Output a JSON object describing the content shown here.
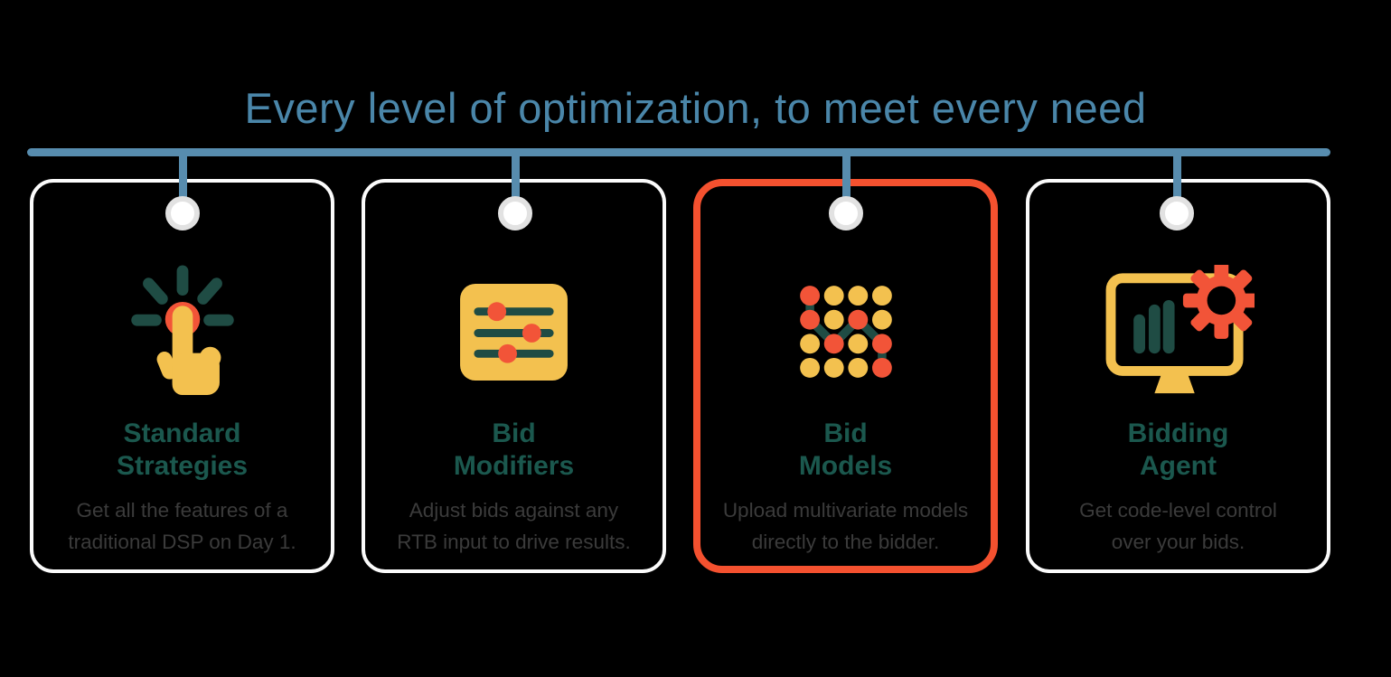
{
  "title": "Every level of optimization, to meet every need",
  "colors": {
    "background": "#000000",
    "titleBlue": "#4A86A9",
    "lineBlue": "#578CAE",
    "cardBorder": "#FBFBFB",
    "highlightOrange": "#F4512F",
    "circleRing": "#E2E2E2",
    "circleFill": "#FFFFFF",
    "red": "#F25438",
    "yellow": "#F3C14F",
    "darkTeal": "#1F4C44",
    "headingGreen": "#1B584E",
    "descGray": "#3B3B3B"
  },
  "cards": [
    {
      "title_line1": "Standard",
      "title_line2": "Strategies",
      "description_line1": "Get all the features of a",
      "description_line2": "traditional DSP on Day 1.",
      "icon": "tap-button-icon",
      "highlighted": false
    },
    {
      "title_line1": "Bid",
      "title_line2": "Modifiers",
      "description_line1": "Adjust bids against any",
      "description_line2": "RTB input to drive results.",
      "icon": "sliders-icon",
      "highlighted": false
    },
    {
      "title_line1": "Bid",
      "title_line2": "Models",
      "description_line1": "Upload multivariate models",
      "description_line2": "directly to the bidder.",
      "icon": "dot-grid-trend-icon",
      "highlighted": true
    },
    {
      "title_line1": "Bidding",
      "title_line2": "Agent",
      "description_line1": "Get code-level control",
      "description_line2": "over your bids.",
      "icon": "monitor-gear-icon",
      "highlighted": false
    }
  ]
}
